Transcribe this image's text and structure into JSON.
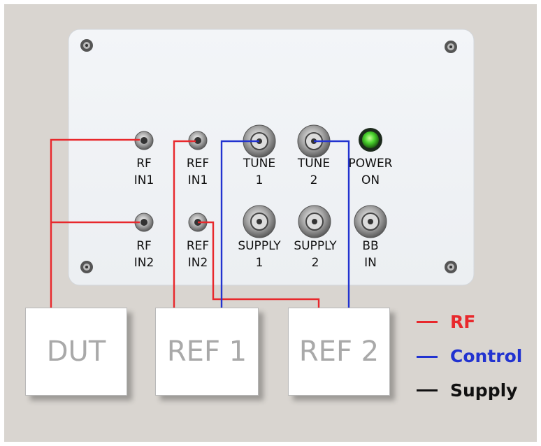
{
  "panel": {
    "connectors": [
      {
        "id": "rf-in1",
        "line1": "RF",
        "line2": "IN1"
      },
      {
        "id": "ref-in1",
        "line1": "REF",
        "line2": "IN1"
      },
      {
        "id": "tune-1",
        "line1": "TUNE",
        "line2": "1"
      },
      {
        "id": "tune-2",
        "line1": "TUNE",
        "line2": "2"
      },
      {
        "id": "power-on",
        "line1": "POWER",
        "line2": "ON"
      },
      {
        "id": "rf-in2",
        "line1": "RF",
        "line2": "IN2"
      },
      {
        "id": "ref-in2",
        "line1": "REF",
        "line2": "IN2"
      },
      {
        "id": "supply-1",
        "line1": "SUPPLY",
        "line2": "1"
      },
      {
        "id": "supply-2",
        "line1": "SUPPLY",
        "line2": "2"
      },
      {
        "id": "bb-in",
        "line1": "BB",
        "line2": "IN"
      }
    ]
  },
  "devices": [
    {
      "id": "dut",
      "label": "DUT"
    },
    {
      "id": "ref1",
      "label": "REF 1"
    },
    {
      "id": "ref2",
      "label": "REF 2"
    }
  ],
  "legend": [
    {
      "label": "RF",
      "color": "#e8282c"
    },
    {
      "label": "Control",
      "color": "#2233d0"
    },
    {
      "label": "Supply",
      "color": "#111111"
    }
  ],
  "colors": {
    "background": "#d9d5d0",
    "panel": "#f1f3f6",
    "rf_wire": "#e8282c",
    "control_wire": "#2233d0",
    "led": "#48d12c"
  }
}
